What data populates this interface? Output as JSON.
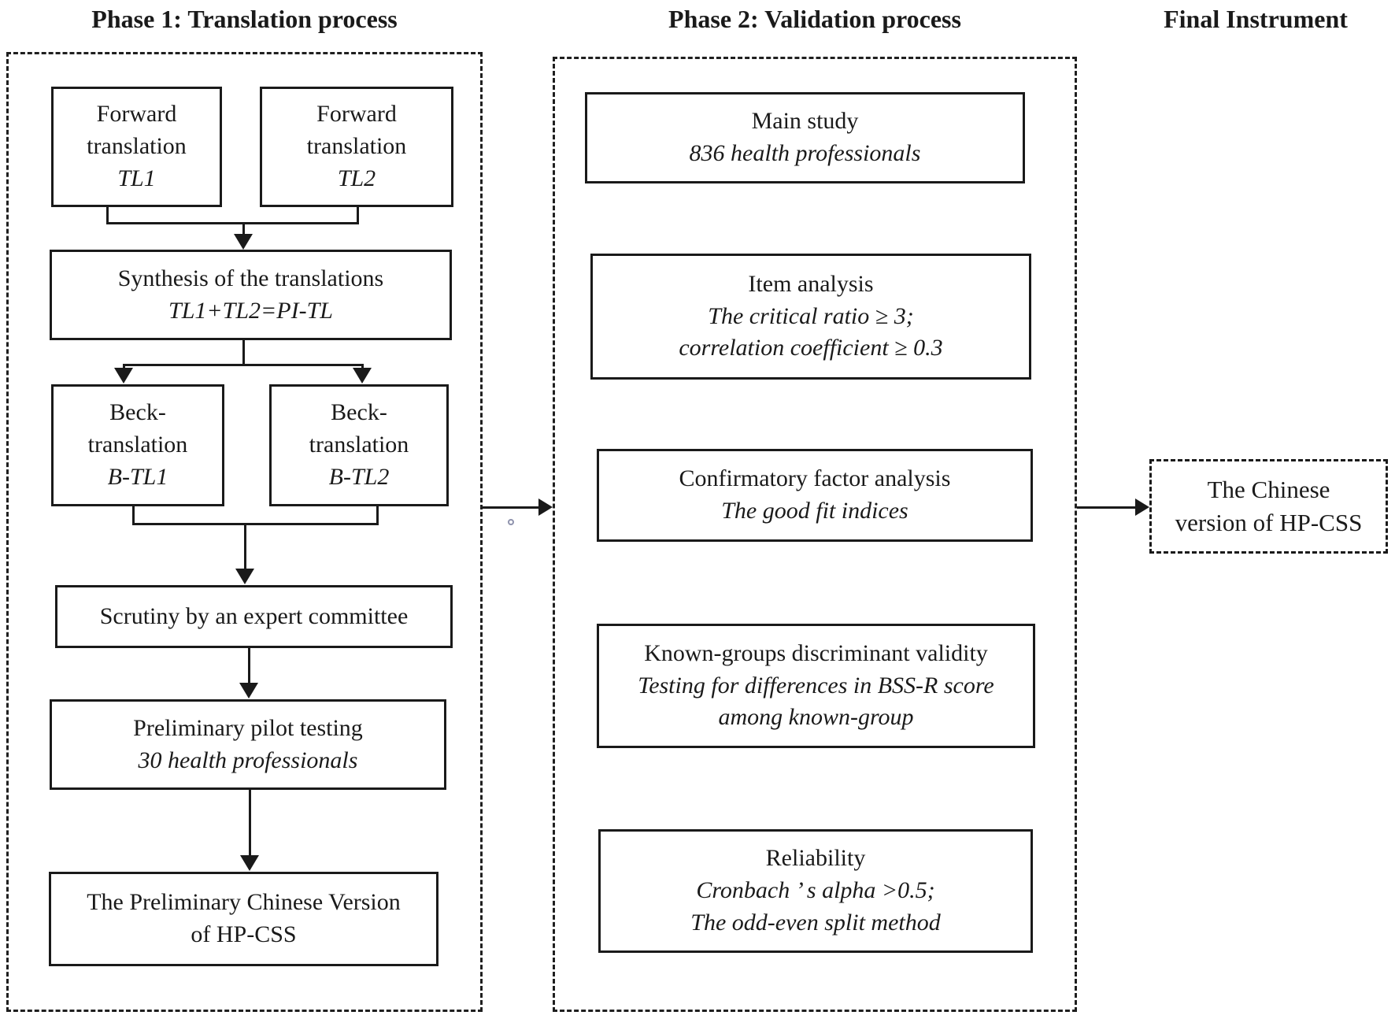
{
  "titles": {
    "phase1": "Phase 1: Translation process",
    "phase2": "Phase 2: Validation process",
    "final": "Final Instrument"
  },
  "p1": {
    "tl1": {
      "lines": [
        "Forward",
        "translation",
        "TL1"
      ]
    },
    "tl2": {
      "lines": [
        "Forward",
        "translation",
        "TL2"
      ]
    },
    "synthesis": {
      "lines": [
        "Synthesis of the translations",
        "TL1+TL2=PI-TL"
      ]
    },
    "btl1": {
      "lines": [
        "Beck-",
        "translation",
        "B-TL1"
      ]
    },
    "btl2": {
      "lines": [
        "Beck-",
        "translation",
        "B-TL2"
      ]
    },
    "scrutiny": {
      "lines": [
        "Scrutiny by an expert committee"
      ]
    },
    "pilot": {
      "lines": [
        "Preliminary pilot testing",
        "30 health professionals"
      ]
    },
    "prelim": {
      "lines": [
        "The Preliminary Chinese Version",
        "of HP-CSS"
      ]
    }
  },
  "p2": {
    "main": {
      "lines": [
        "Main study",
        "836 health professionals"
      ]
    },
    "item": {
      "lines": [
        "Item analysis",
        "The critical ratio ≥ 3;",
        "correlation coefficient ≥ 0.3"
      ]
    },
    "cfa": {
      "lines": [
        "Confirmatory factor analysis",
        "The good fit indices"
      ]
    },
    "known": {
      "lines": [
        "Known-groups discriminant validity",
        "Testing for differences in BSS-R score",
        "among known-group"
      ]
    },
    "reliability": {
      "lines": [
        "Reliability",
        "Cronbach ’ s alpha >0.5;",
        "The odd-even split method"
      ]
    }
  },
  "final_box": {
    "lines": [
      "The Chinese",
      "version of HP-CSS"
    ]
  },
  "colors": {
    "ink": "#1a1a1a",
    "background": "#ffffff",
    "circle_marker": "#8f93ad"
  }
}
